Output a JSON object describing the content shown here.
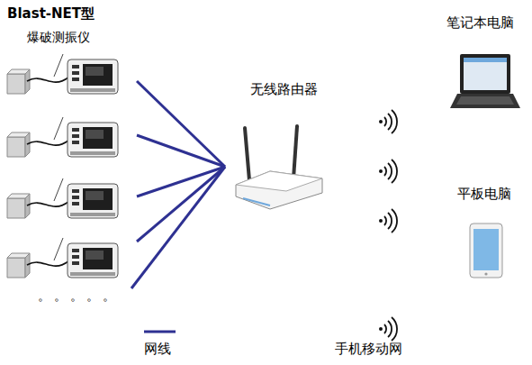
{
  "diagram": {
    "nodes": [
      {
        "text": [
          "无线路由器"
        ]
      },
      {
        "text": [
          "笔记本电脑"
        ]
      },
      {
        "text": [
          "平板电脑"
        ]
      }
    ],
    "labels": [
      "Blast-NET型",
      "爆破测振仪",
      "。。。。。",
      "手机移动网"
    ],
    "legend": [
      {
        "text": "网线"
      }
    ]
  }
}
